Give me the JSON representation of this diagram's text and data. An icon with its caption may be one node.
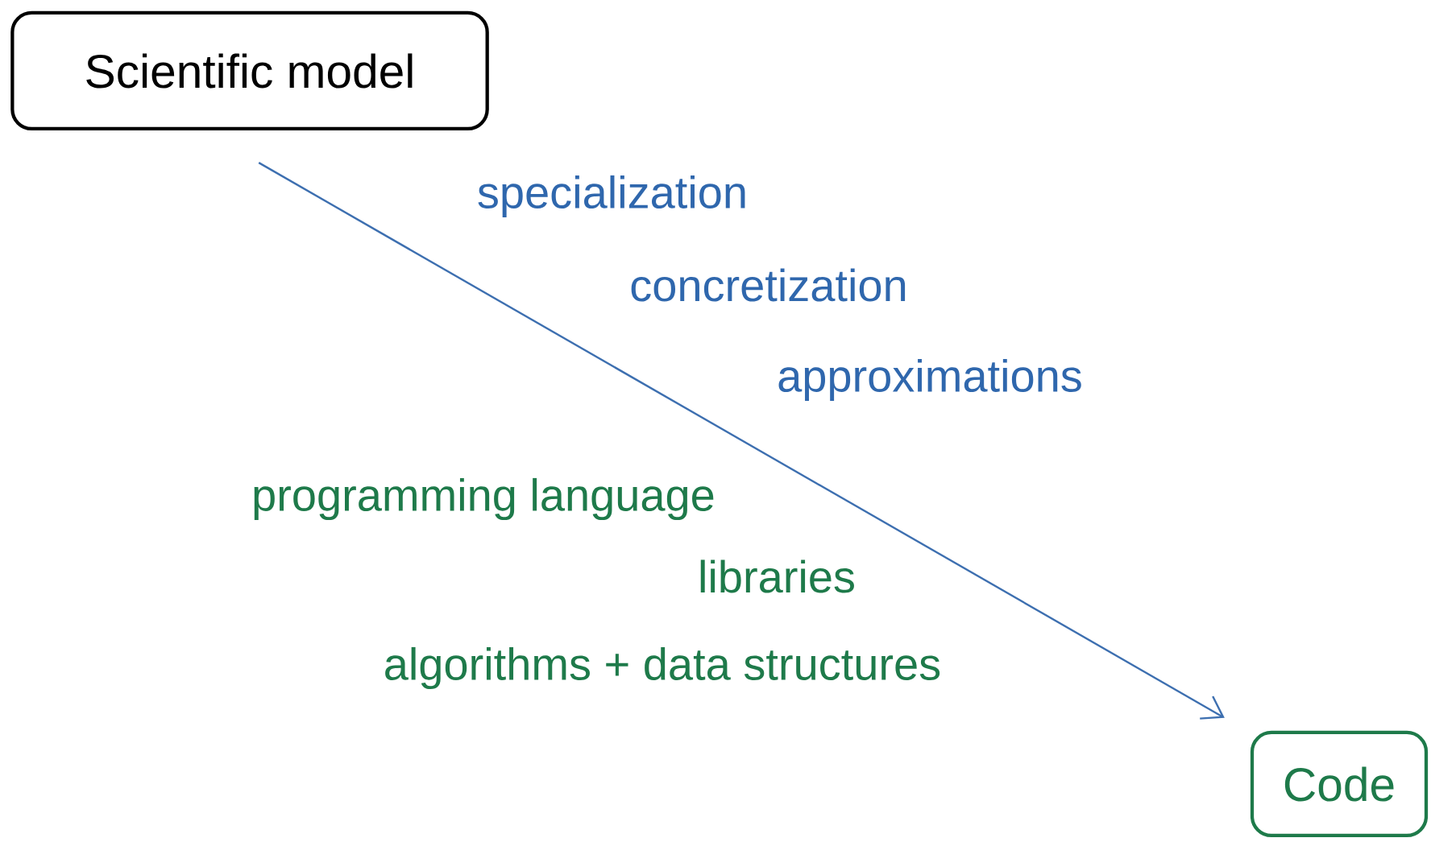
{
  "diagram": {
    "nodes": [
      {
        "text": [
          "Scientific model"
        ]
      },
      {
        "text": [
          "Code"
        ]
      }
    ],
    "edges": [
      {
        "from": 0,
        "to": 1,
        "arrow": "to",
        "color": "#3d6fb0"
      }
    ],
    "labels": [
      "specialization",
      "concretization",
      "approximations",
      "programming language",
      "libraries",
      "algorithms + data structures"
    ]
  }
}
